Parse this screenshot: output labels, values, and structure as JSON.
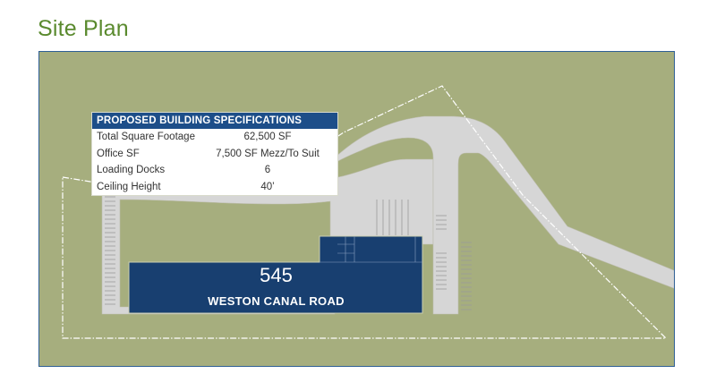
{
  "page": {
    "title": "Site Plan"
  },
  "specs": {
    "header": "PROPOSED BUILDING SPECIFICATIONS",
    "rows": [
      {
        "label": "Total Square Footage",
        "value": "62,500 SF"
      },
      {
        "label": "Office SF",
        "value": "7,500 SF Mezz/To Suit"
      },
      {
        "label": "Loading Docks",
        "value": "6"
      },
      {
        "label": "Ceiling Height",
        "value": "40’"
      }
    ]
  },
  "building": {
    "number": "545",
    "name": "WESTON CANAL ROAD"
  },
  "colors": {
    "title": "#5a8a2e",
    "land": "#a6ae7e",
    "road": "#d6d6d6",
    "building": "#183f70",
    "header": "#1d4e89",
    "border": "#2f5f95"
  }
}
